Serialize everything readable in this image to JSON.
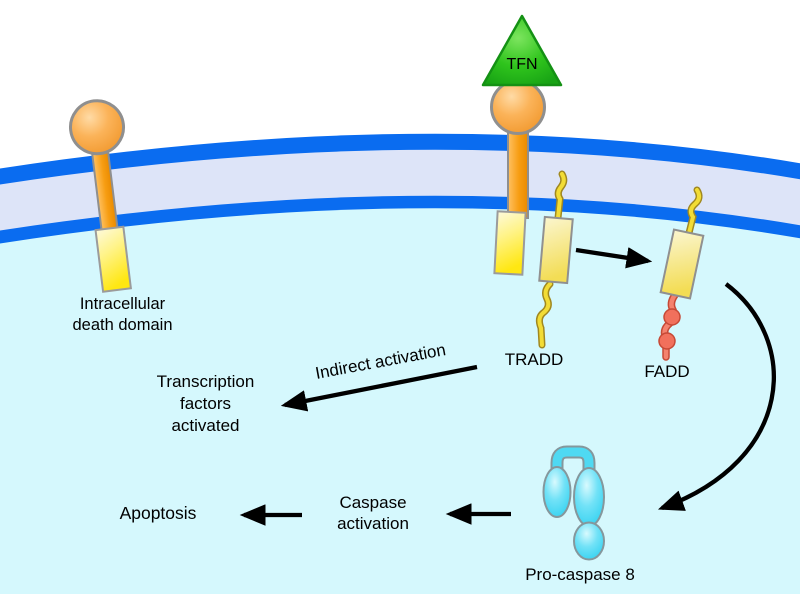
{
  "labels": {
    "tfn_ligand": "TFN",
    "intracellular_death_domain": "Intracellular\ndeath domain",
    "tradd": "TRADD",
    "fadd": "FADD",
    "indirect_activation": "Indirect activation",
    "transcription_factors": "Transcription\nfactors\nactivated",
    "pro_caspase_8": "Pro-caspase 8",
    "caspase_activation": "Caspase\nactivation",
    "apoptosis": "Apoptosis"
  },
  "colors": {
    "background": "#ffffff",
    "membrane_blue": "#0a6cf0",
    "membrane_gap": "#dde4f8",
    "cytoplasm": "#d5f8fd",
    "receptor_orange": "#f59b2e",
    "death_domain_yellow": "#ffe500",
    "adapter_yellow": "#f3dd55",
    "ligand_green": "#2fc41c",
    "fadd_tail_red": "#f1705c",
    "procaspase_cyan": "#2ed0f0",
    "outline_gray": "#8f8f8f",
    "arrow": "#000000"
  }
}
